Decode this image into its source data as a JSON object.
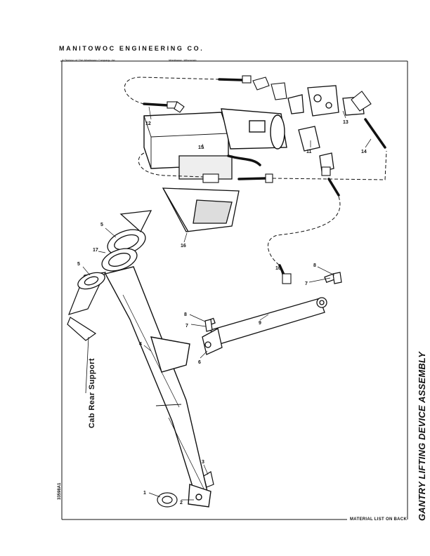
{
  "header": {
    "company": "MANITOWOC ENGINEERING CO.",
    "division": "A Division of The Manitowoc Company, Inc.",
    "location": "Manitowoc, Wisconsin"
  },
  "title": "GANTRY LIFTING DEVICE ASSEMBLY",
  "drawing_number": "33598A1",
  "footer": {
    "material_note": "MATERIAL LIST ON BACK"
  },
  "cab_label": "Cab Rear Support",
  "part_labels": {
    "p1": "1",
    "p2": "2",
    "p3": "3",
    "p4": "4",
    "p5a": "5",
    "p5b": "5",
    "p6": "6",
    "p7a": "7",
    "p7b": "7",
    "p8a": "8",
    "p8b": "8",
    "p9": "9",
    "p10": "10",
    "p11": "11",
    "p12": "12",
    "p13": "13",
    "p14": "14",
    "p15": "15",
    "p16": "16",
    "p17": "17"
  }
}
